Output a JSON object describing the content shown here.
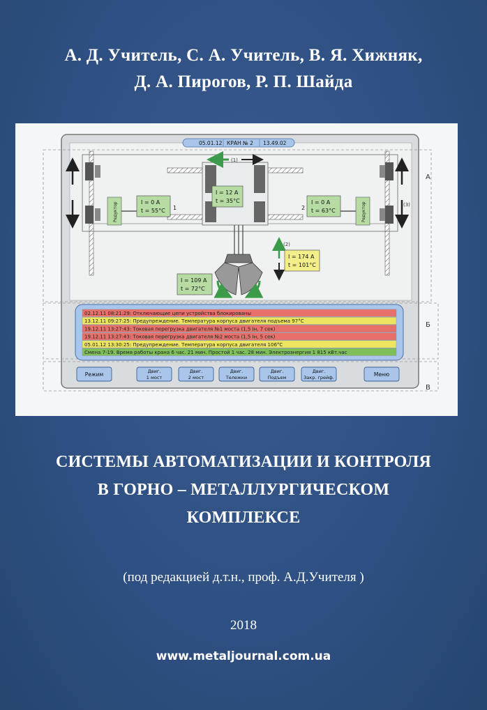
{
  "authors": {
    "line1": "А. Д. Учитель, С. А. Учитель, В. Я. Хижняк,",
    "line2": "Д. А. Пирогов, Р. П. Шайда"
  },
  "screen": {
    "header": {
      "date": "05.01.12",
      "crane": "КРАН № 2",
      "time": "13.49.02"
    },
    "zones": {
      "a": "А",
      "b": "Б",
      "v": "В"
    },
    "arrow_labels": {
      "trolley": "(1)",
      "hoist": "(2)",
      "bridge": "(3)"
    },
    "bridge_numbers": {
      "left": "1",
      "right": "2"
    },
    "gearbox_label": "Редуктор",
    "motors": {
      "bridge1": {
        "current": "I =    0 A",
        "temp": "t = 55°C"
      },
      "trolley": {
        "current": "I = 12 A",
        "temp": "t = 35°C"
      },
      "bridge2": {
        "current": "I =    0 A",
        "temp": "t = 63°C"
      },
      "hoist": {
        "current": "I = 174 A",
        "temp": "t = 101°C"
      },
      "grab": {
        "current": "I = 109 A",
        "temp": "t = 72°C"
      }
    },
    "log": [
      {
        "date": "02.12.11",
        "time": "08:21:29",
        "msg": "Отключающие цепи устройства блокированы",
        "color": "#e8706a"
      },
      {
        "date": "13.12.11",
        "time": "09:27:25",
        "msg": "Предупреждение. Температура корпуса двигателя подъема  97°С",
        "color": "#ede45f"
      },
      {
        "date": "19.12.11",
        "time": "13:27:43",
        "msg": "Токовая перегрузка двигателя №1 моста (1,5 Iн, 7 сек)",
        "color": "#e8706a"
      },
      {
        "date": "19.12.11",
        "time": "13:27:43",
        "msg": "Токовая перегрузка двигателя №2 моста (1,5 Iн, 5 сек)",
        "color": "#e8706a"
      },
      {
        "date": "05.01.12",
        "time": "13:30:25",
        "msg": "Предупреждение. Температура корпуса двигателя 106°С",
        "color": "#ede45f"
      },
      {
        "date": "",
        "time": "",
        "msg": "Смена 7-19. Время работы крана 6 час. 21 мин. Простой 1 час. 28 мин. Электроэнергия 1 815 кВт.час",
        "color": "#7fbf5a"
      }
    ],
    "buttons": [
      {
        "l1": "Режим",
        "l2": ""
      },
      {
        "l1": "Двиг.",
        "l2": "1 мост"
      },
      {
        "l1": "Двиг.",
        "l2": "2 мост"
      },
      {
        "l1": "Двиг.",
        "l2": "Тележки"
      },
      {
        "l1": "Двиг.",
        "l2": "Подъем"
      },
      {
        "l1": "Двиг.",
        "l2": "Закр. грейф."
      },
      {
        "l1": "Меню",
        "l2": ""
      }
    ],
    "colors": {
      "motor_green": "#b6dca3",
      "motor_yellow": "#f3ee8a",
      "arrow_green": "#3c9b4a",
      "header_blue": "#a9c6ea"
    }
  },
  "title": {
    "line1": "СИСТЕМЫ АВТОМАТИЗАЦИИ И КОНТРОЛЯ",
    "line2": "В  ГОРНО – МЕТАЛЛУРГИЧЕСКОМ",
    "line3": "КОМПЛЕКСЕ"
  },
  "editor": "(под редакцией д.т.н., проф. А.Д.Учителя )",
  "year": "2018",
  "url": "www.metaljournal.com.ua"
}
